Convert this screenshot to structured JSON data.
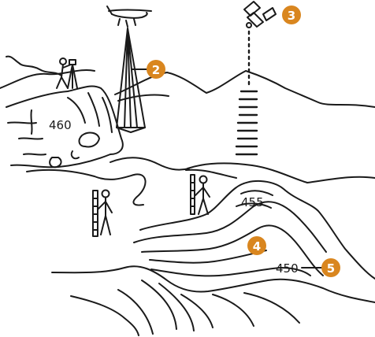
{
  "elevation_labels": {
    "cliff": "460",
    "hill_upper": "455",
    "hill_lower": "450"
  },
  "callouts": {
    "photo_cone": "2",
    "satellite_beam": "3",
    "contour_line": "4",
    "contour_label": "5"
  },
  "colors": {
    "ink": "#1a1a1a",
    "badge": "#d9861f",
    "badge_text": "#ffffff"
  }
}
